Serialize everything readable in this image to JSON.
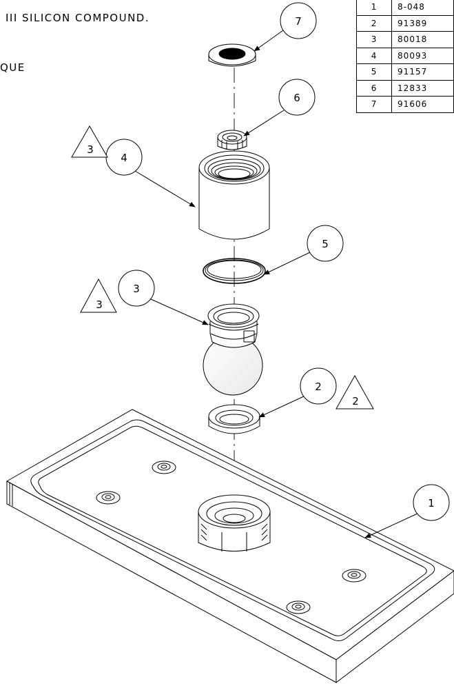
{
  "notes": {
    "line1": "III SILICON COMPOUND.",
    "line2": "QUE"
  },
  "bom": {
    "rows": [
      {
        "item": "1",
        "part": "8-048"
      },
      {
        "item": "2",
        "part": "91389"
      },
      {
        "item": "3",
        "part": "80018"
      },
      {
        "item": "4",
        "part": "80093"
      },
      {
        "item": "5",
        "part": "91157"
      },
      {
        "item": "6",
        "part": "12833"
      },
      {
        "item": "7",
        "part": "91606"
      }
    ]
  },
  "balloons": {
    "b1": "1",
    "b2": "2",
    "b3": "3",
    "b4": "4",
    "b5": "5",
    "b6": "6",
    "b7": "7"
  },
  "flags": {
    "f2": "2",
    "f3a": "3",
    "f3b": "3"
  }
}
